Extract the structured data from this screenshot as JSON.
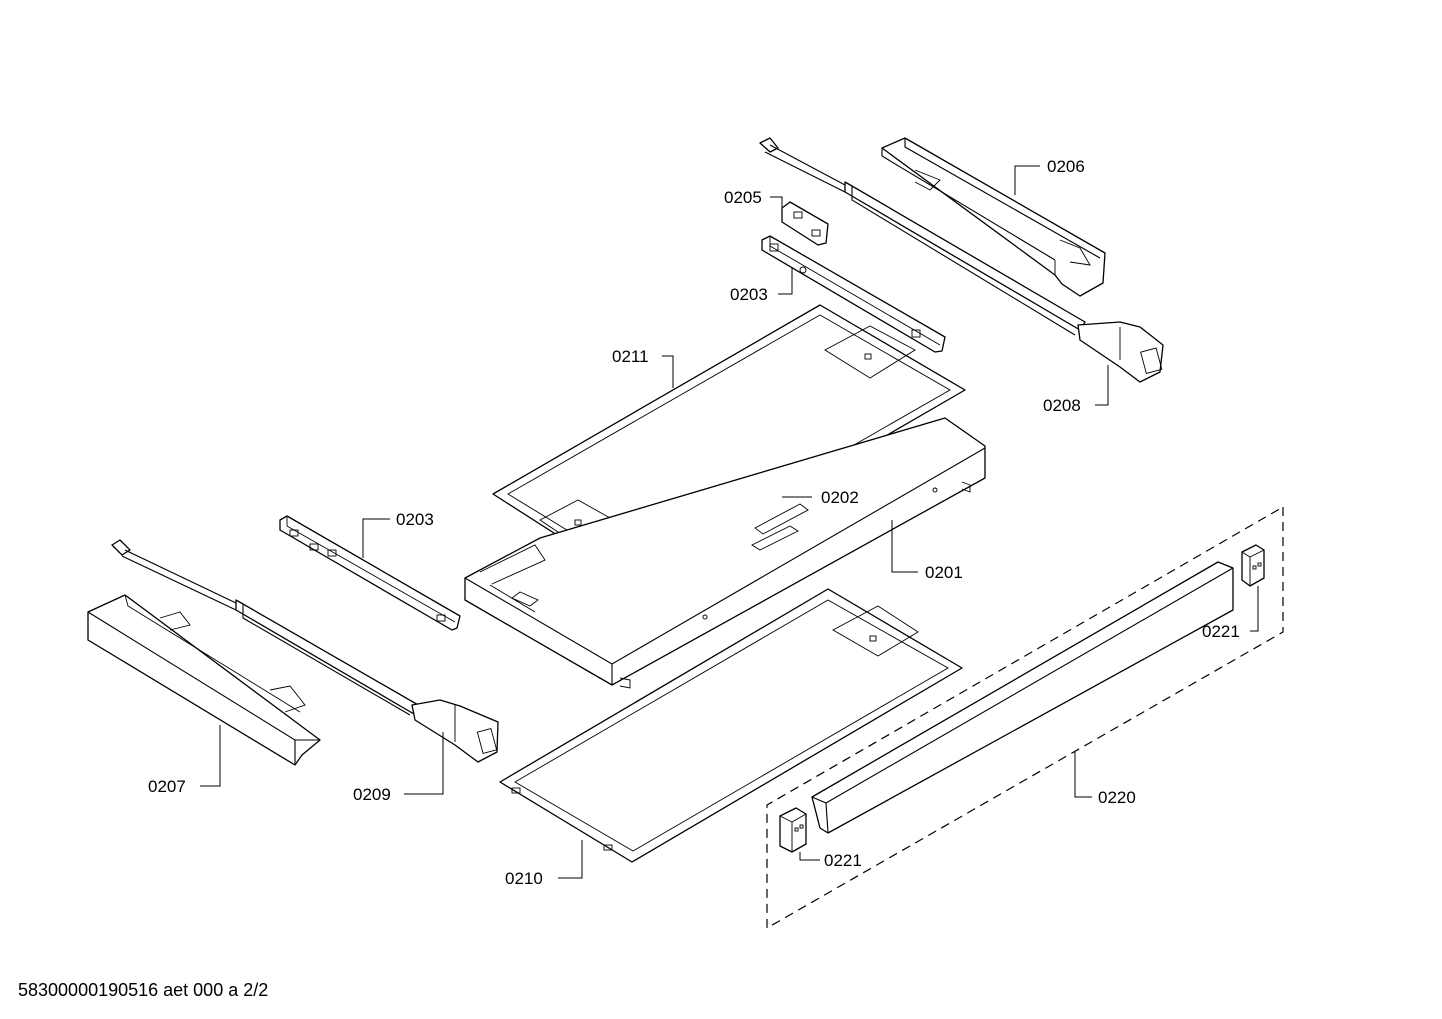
{
  "labels": {
    "p0201": "0201",
    "p0202": "0202",
    "p0203a": "0203",
    "p0203b": "0203",
    "p0205": "0205",
    "p0206": "0206",
    "p0207": "0207",
    "p0208": "0208",
    "p0209": "0209",
    "p0210": "0210",
    "p0211": "0211",
    "p0220": "0220",
    "p0221a": "0221",
    "p0221b": "0221"
  },
  "footer": {
    "doc_id": "58300000190516 aet 000 a 2/2"
  }
}
